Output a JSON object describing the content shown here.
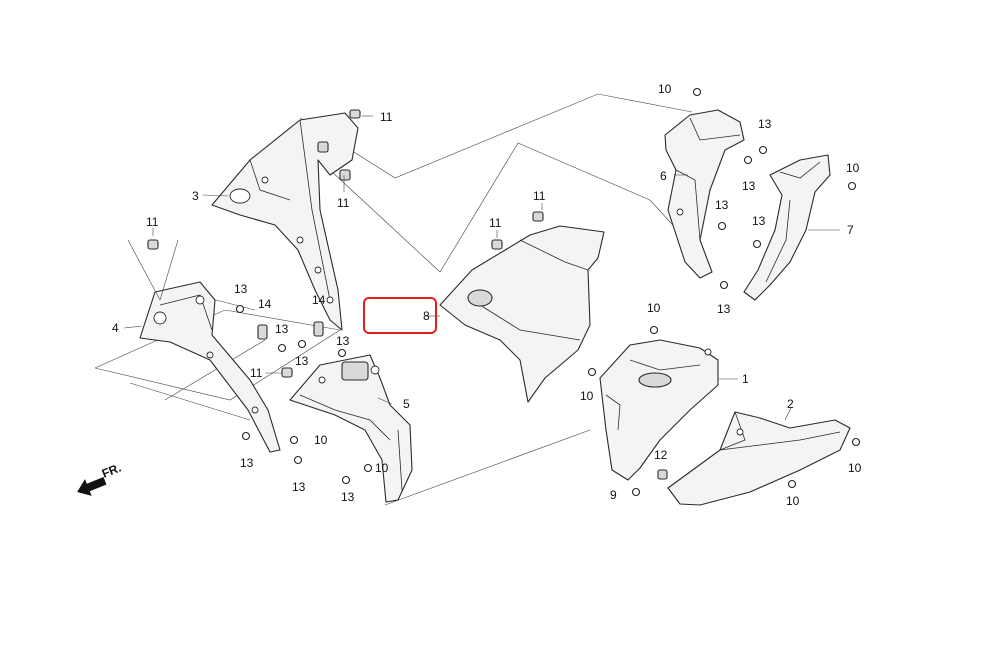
{
  "diagram": {
    "highlight_color": "#e02020",
    "highlighted_label": "8",
    "direction_label": "FR.",
    "labels": {
      "l1": "1",
      "l2": "2",
      "l3": "3",
      "l4": "4",
      "l5": "5",
      "l6": "6",
      "l7": "7",
      "l8": "8",
      "l9": "9",
      "l10a": "10",
      "l10b": "10",
      "l10c": "10",
      "l10d": "10",
      "l10e": "10",
      "l10f": "10",
      "l10g": "10",
      "l11a": "11",
      "l11b": "11",
      "l11c": "11",
      "l11d": "11",
      "l11e": "11",
      "l11f": "11",
      "l12": "12",
      "l13a": "13",
      "l13b": "13",
      "l13c": "13",
      "l13d": "13",
      "l13e": "13",
      "l13f": "13",
      "l13g": "13",
      "l13h": "13",
      "l13i": "13",
      "l13j": "13",
      "l13k": "13",
      "l13l": "13",
      "l14a": "14",
      "l14b": "14"
    }
  }
}
